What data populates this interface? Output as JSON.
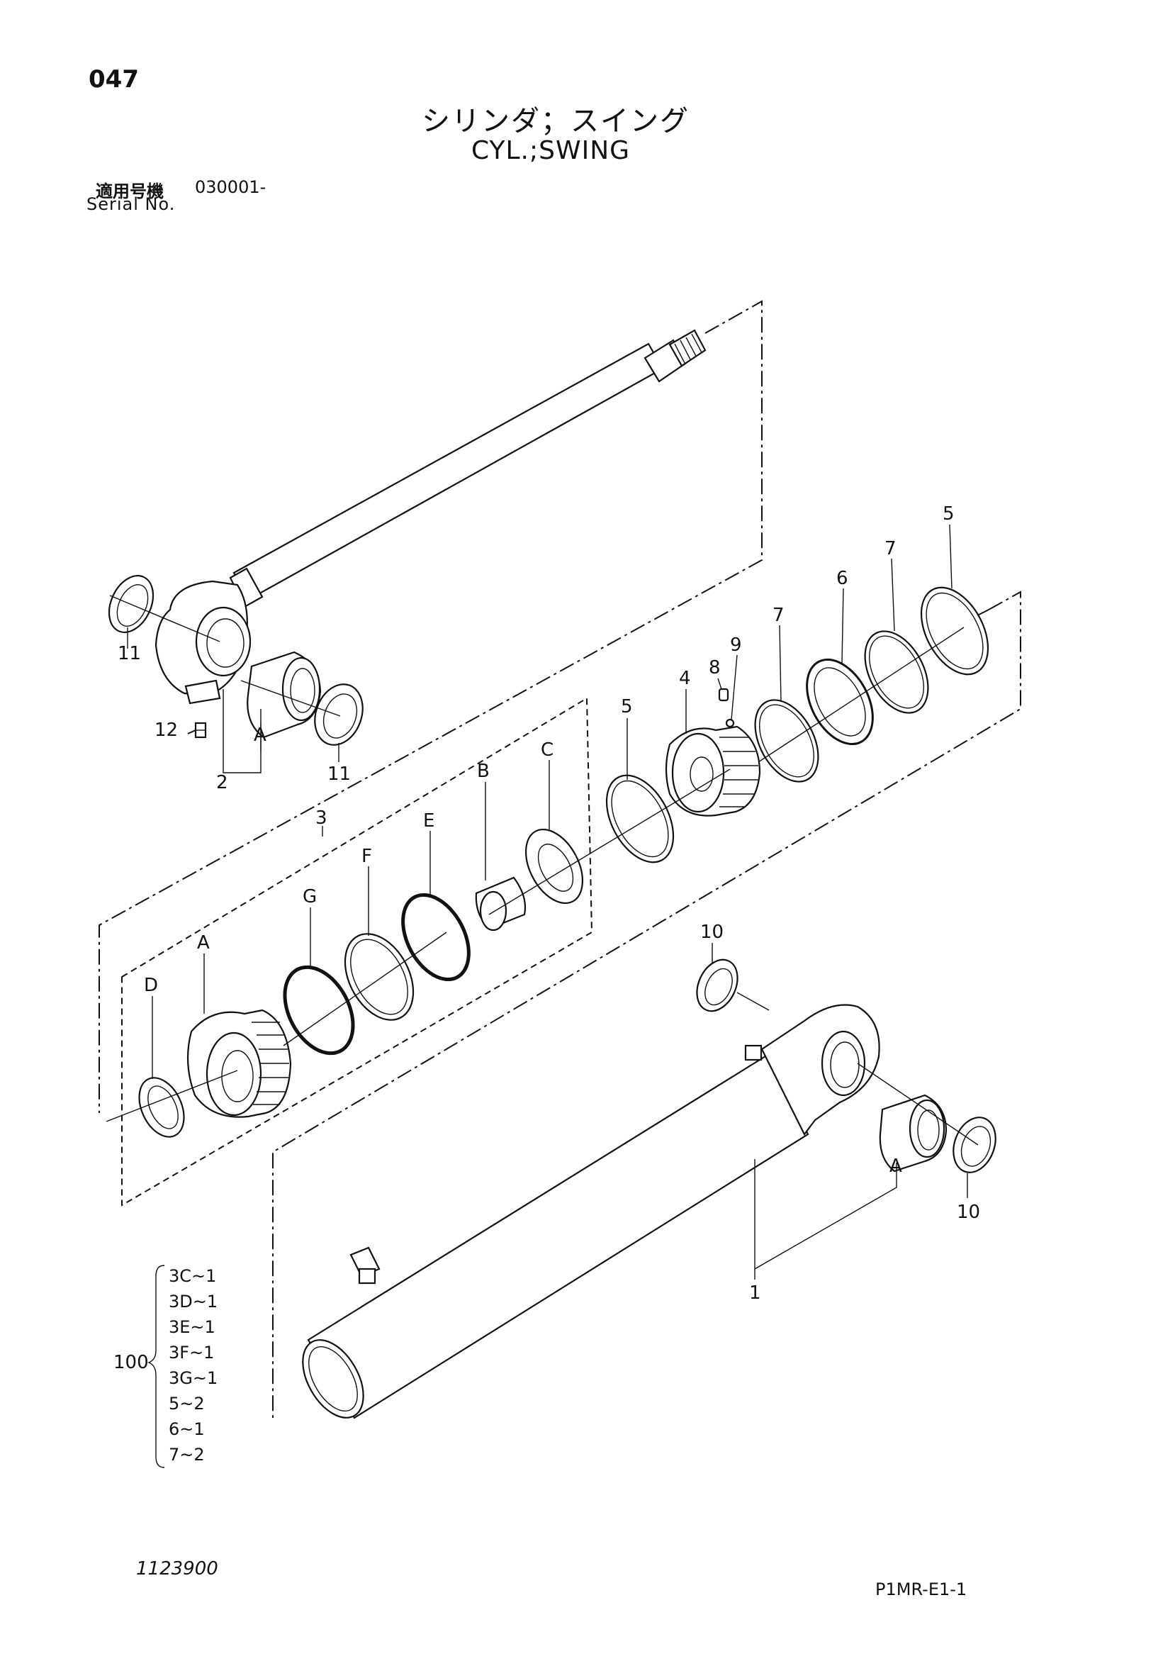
{
  "header": {
    "page_number": "047",
    "title_jp": "シリンダ；スイング",
    "title_en": "CYL.;SWING",
    "serial_label_jp": "適用号機",
    "serial_value": "030001-",
    "serial_label_en": "Serial No."
  },
  "callouts": {
    "c11_top": "11",
    "c11_bottom": "11",
    "c12": "12",
    "cA_rod": "A",
    "c2": "2",
    "c3": "3",
    "c5_ring": "5",
    "c4": "4",
    "c8": "8",
    "c9": "9",
    "c7_left": "7",
    "c6": "6",
    "c7_right": "7",
    "c5_right": "5",
    "cC": "C",
    "cB": "B",
    "cE": "E",
    "cF": "F",
    "cG": "G",
    "cA_head": "A",
    "cD": "D",
    "c10_top": "10",
    "cA_tube": "A",
    "c10_bottom": "10",
    "c1": "1",
    "c100": "100"
  },
  "seal_kit": {
    "number": "100",
    "items": [
      "3C~1",
      "3D~1",
      "3E~1",
      "3F~1",
      "3G~1",
      "5~2",
      "6~1",
      "7~2"
    ]
  },
  "footer": {
    "drawing_number": "1123900",
    "page_code": "P1MR-E1-1"
  }
}
